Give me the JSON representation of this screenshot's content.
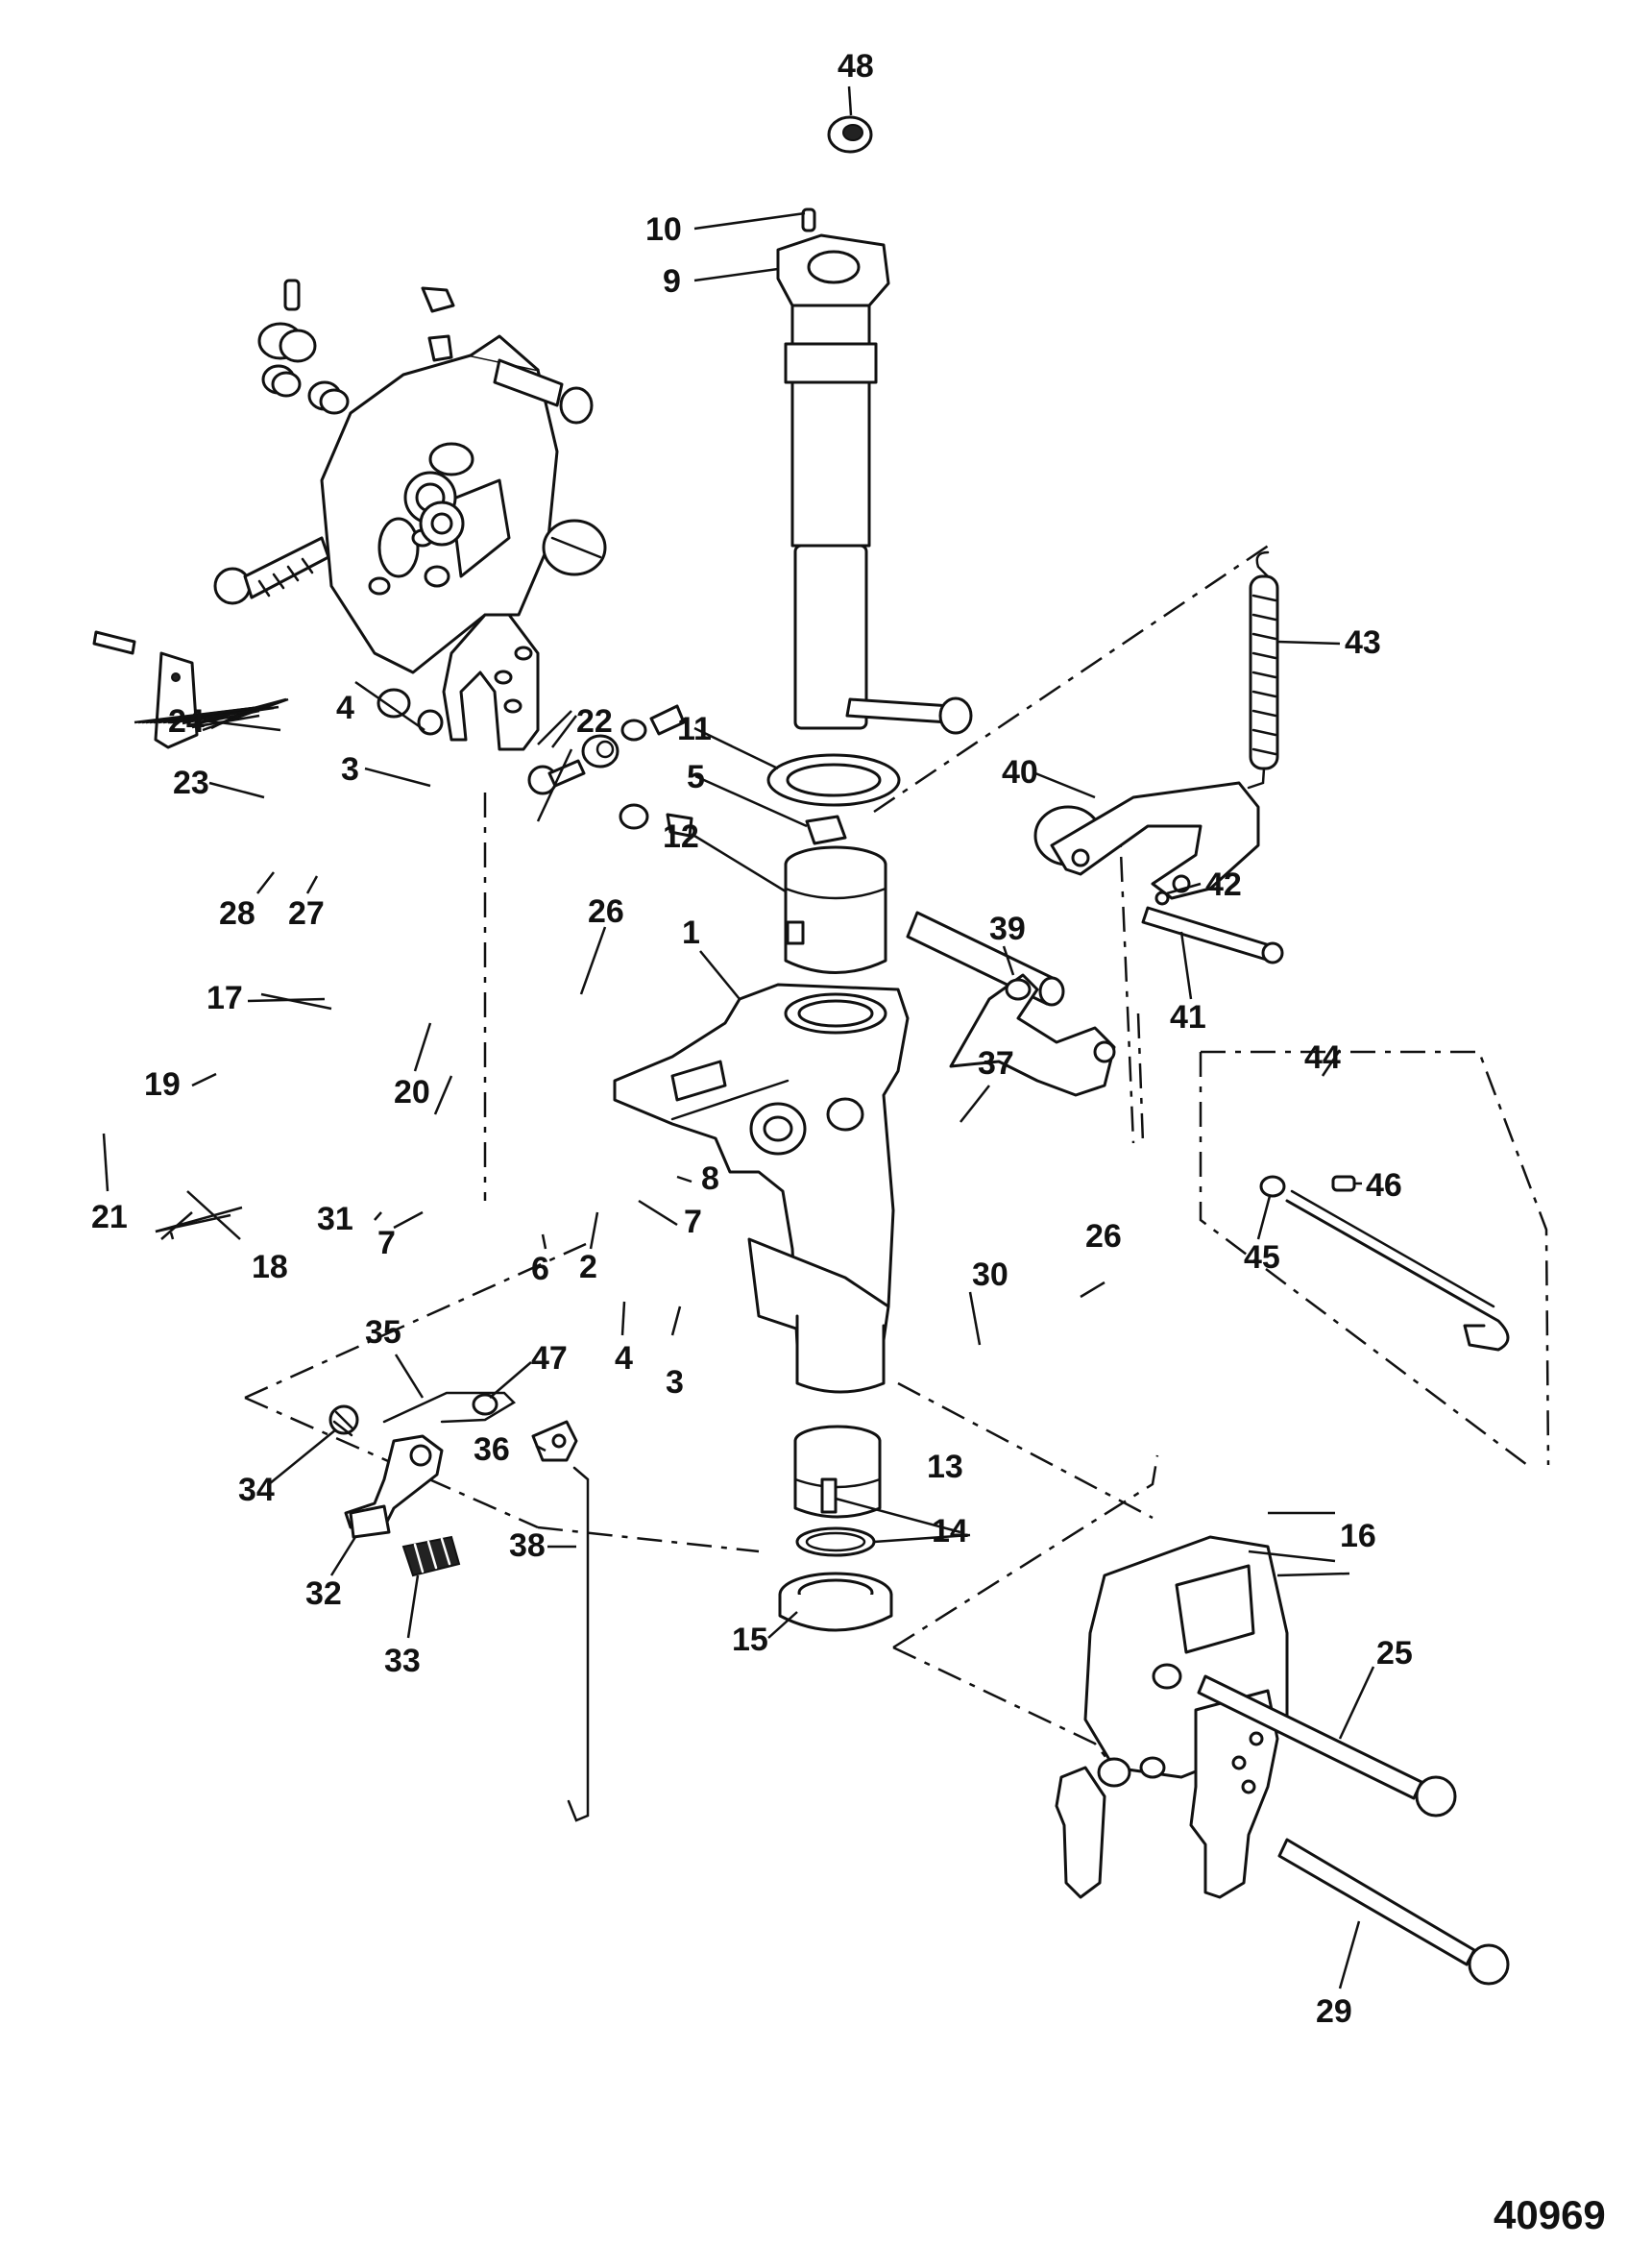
{
  "diagram_id": "40969",
  "callouts": {
    "c1": "1",
    "c2": "2",
    "c3": "3",
    "c4": "4",
    "c5": "5",
    "c6": "6",
    "c7": "7",
    "c8": "8",
    "c9": "9",
    "c10": "10",
    "c11": "11",
    "c12": "12",
    "c13": "13",
    "c14": "14",
    "c15": "15",
    "c16": "16",
    "c17": "17",
    "c18": "18",
    "c19": "19",
    "c20": "20",
    "c21": "21",
    "c22": "22",
    "c23": "23",
    "c24": "24",
    "c25": "25",
    "c26": "26",
    "c27": "27",
    "c28": "28",
    "c29": "29",
    "c30": "30",
    "c31": "31",
    "c32": "32",
    "c33": "33",
    "c34": "34",
    "c35": "35",
    "c36": "36",
    "c37": "37",
    "c38": "38",
    "c39": "39",
    "c40": "40",
    "c41": "41",
    "c42": "42",
    "c43": "43",
    "c44": "44",
    "c45": "45",
    "c46": "46",
    "c47": "47",
    "c48": "48"
  }
}
